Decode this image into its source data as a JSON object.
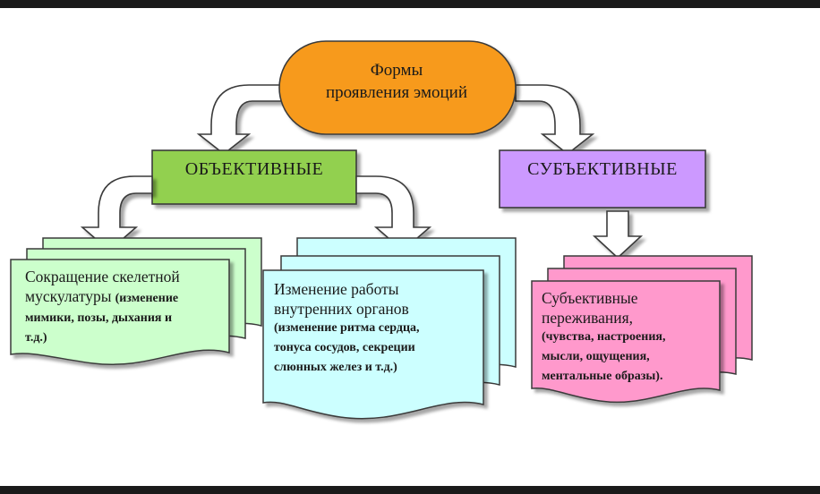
{
  "root": {
    "line1": "Формы",
    "line2": "проявления эмоций"
  },
  "objective": {
    "label": "ОБЪЕКТИВНЫЕ"
  },
  "subjective": {
    "label": "СУБЪЕКТИВНЫЕ"
  },
  "doc_muscle": {
    "line1": "Сокращение скелетной",
    "line2": "мускулатуры",
    "line2_detail": "(изменение",
    "line3": "мимики, позы, дыхания и",
    "line4": "т.д.)"
  },
  "doc_organs": {
    "line1": "Изменение работы",
    "line2": "внутренних органов",
    "line3": "(изменение ритма сердца,",
    "line4": "тонуса сосудов, секреции",
    "line5": "слюнных желез и т.д.)"
  },
  "doc_experience": {
    "line1": "Субъективные",
    "line2": "переживания,",
    "line3": "(чувства, настроения,",
    "line4": "мысли, ощущения,",
    "line5": "ментальные образы)."
  },
  "colors": {
    "root": "#f79a1a",
    "objective": "#92d050",
    "subjective": "#cc99ff",
    "doc_green": "#ccffcc",
    "doc_cyan": "#ccffff",
    "doc_pink": "#ff99cc"
  }
}
